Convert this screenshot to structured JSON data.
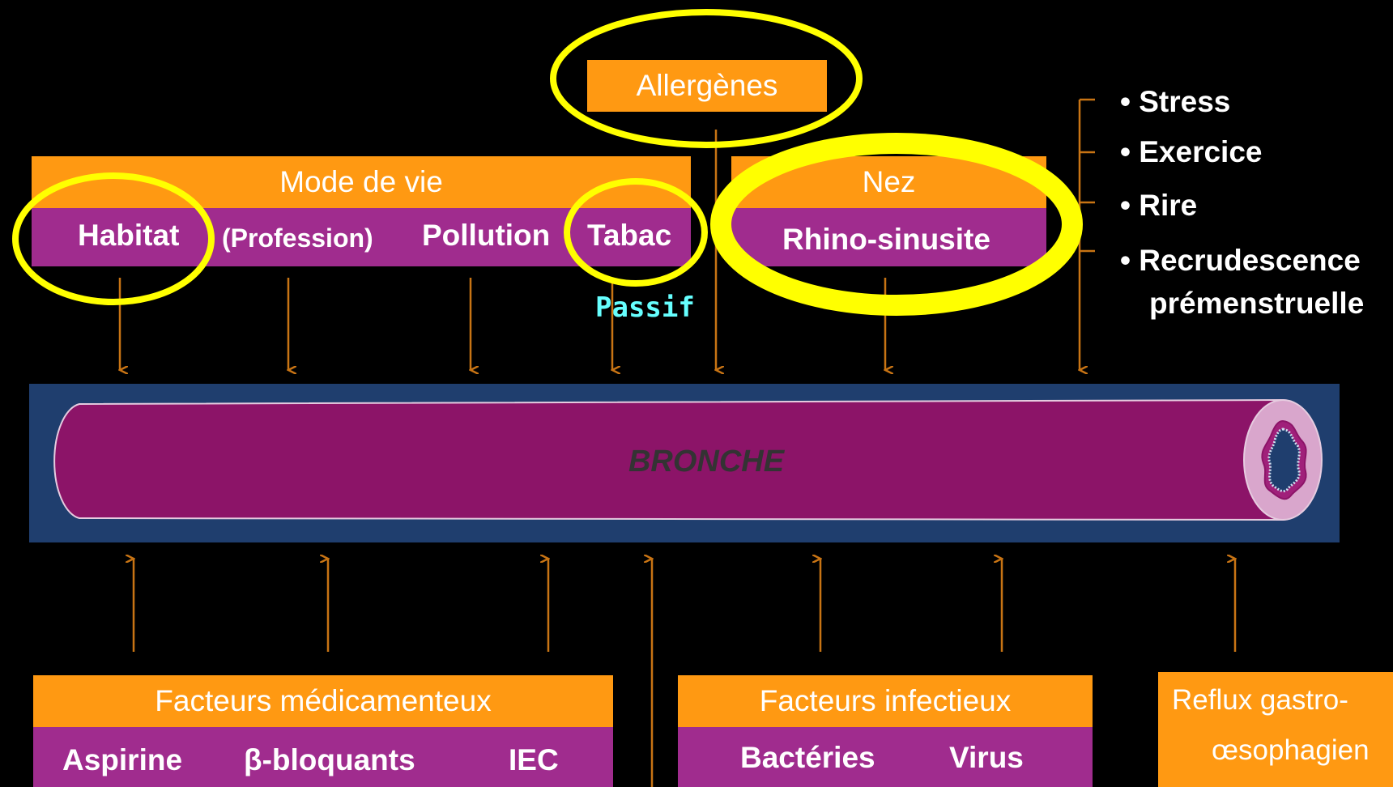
{
  "allergens": {
    "label": "Allergènes"
  },
  "lifestyle": {
    "header": "Mode de vie",
    "items": [
      "Habitat",
      "(Profession)",
      "Pollution",
      "Tabac"
    ],
    "passive_note": "Passif"
  },
  "nose": {
    "header": "Nez",
    "item": "Rhino-sinusite"
  },
  "triggers": [
    "• Stress",
    "• Exercice",
    "• Rire",
    "• Recrudescence",
    "prémenstruelle"
  ],
  "bronchus": {
    "label": "BRONCHE"
  },
  "drug_factors": {
    "header": "Facteurs médicamenteux",
    "items": [
      "Aspirine",
      "β-bloquants",
      "IEC"
    ]
  },
  "infectious_factors": {
    "header": "Facteurs infectieux",
    "items": [
      "Bactéries",
      "Virus"
    ]
  },
  "reflux": {
    "line1": "Reflux gastro-",
    "line2": "œsophagien"
  },
  "colors": {
    "background": "#000000",
    "box_orange": "#FF9912",
    "box_purple": "#A02C8E",
    "arrow": "#C87414",
    "highlight": "#FFFF00",
    "bronchus_panel": "#1F3E6E",
    "bronchus_tube": "#8C1468",
    "passive_note": "#66FFFF"
  }
}
